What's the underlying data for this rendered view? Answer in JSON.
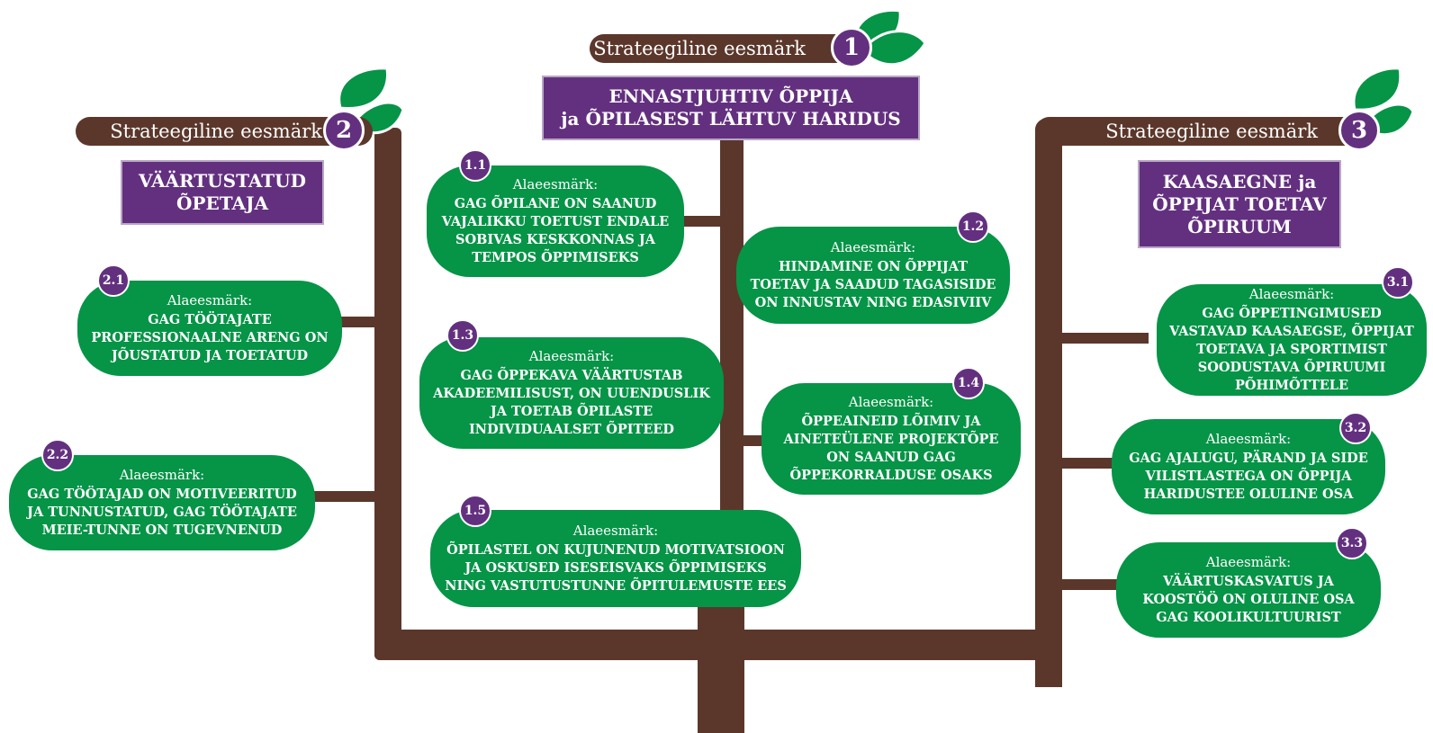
{
  "colors": {
    "trunk": "#5b372b",
    "goal": "#63307f",
    "card": "#069447",
    "leaf": "#069447"
  },
  "goals": [
    {
      "pill": "Strateegiline eesmärk",
      "num": "1",
      "title": [
        "ENNASTJUHTIV ÕPPIJA",
        "ja ÕPILASEST LÄHTUV HARIDUS"
      ]
    },
    {
      "pill": "Strateegiline eesmärk",
      "num": "2",
      "title": [
        "VÄÄRTUSTATUD",
        "ÕPETAJA"
      ]
    },
    {
      "pill": "Strateegiline eesmärk",
      "num": "3",
      "title": [
        "KAASAEGNE ja",
        "ÕPPIJAT TOETAV",
        "ÕPIRUUM"
      ]
    }
  ],
  "subgoal_label": "Alaeesmärk:",
  "subgoals": {
    "s1_1": {
      "num": "1.1",
      "text": "GAG ÕPILANE ON SAANUD VAJALIKKU TOETUST ENDALE SOBIVAS KESKKONNAS JA TEMPOS ÕPPIMISEKS"
    },
    "s1_2": {
      "num": "1.2",
      "text": "HINDAMINE ON ÕPPIJAT TOETAV JA SAADUD TAGASISIDE ON INNUSTAV NING EDASIVIIV"
    },
    "s1_3": {
      "num": "1.3",
      "text": "GAG  ÕPPEKAVA VÄÄRTUSTAB AKADEEMILISUST, ON UUENDUSLIK JA TOETAB ÕPILASTE INDIVIDUAALSET ÕPITEED"
    },
    "s1_4": {
      "num": "1.4",
      "text": "ÕPPEAINEID LÕIMIV JA AINETEÜLENE PROJEKTÕPE ON SAANUD GAG ÕPPEKORRALDUSE OSAKS"
    },
    "s1_5": {
      "num": "1.5",
      "text": "ÕPILASTEL ON KUJUNENUD MOTIVATSIOON JA OSKUSED ISESEISVAKS ÕPPIMISEKS NING VASTUTUSTUNNE ÕPITULEMUSTE EES"
    },
    "s2_1": {
      "num": "2.1",
      "text": "GAG TÖÖTAJATE PROFESSIONAALNE ARENG ON JÕUSTATUD JA TOETATUD"
    },
    "s2_2": {
      "num": "2.2",
      "text": "GAG TÖÖTAJAD ON MOTIVEERITUD JA TUNNUSTATUD, GAG TÖÖTAJATE MEIE-TUNNE ON TUGEVNENUD"
    },
    "s3_1": {
      "num": "3.1",
      "text": "GAG ÕPPETINGIMUSED VASTAVAD KAASAEGSE, ÕPPIJAT TOETAVA JA SPORTIMIST SOODUSTAVA ÕPIRUUMI PÕHIMÕTTELE"
    },
    "s3_2": {
      "num": "3.2",
      "text": "GAG AJALUGU, PÄRAND JA SIDE VILISTLASTEGA ON ÕPPIJA HARIDUSTEE OLULINE OSA"
    },
    "s3_3": {
      "num": "3.3",
      "text": "VÄÄRTUSKASVATUS JA KOOSTÖÖ ON OLULINE OSA GAG KOOLIKULTUURIST"
    }
  }
}
